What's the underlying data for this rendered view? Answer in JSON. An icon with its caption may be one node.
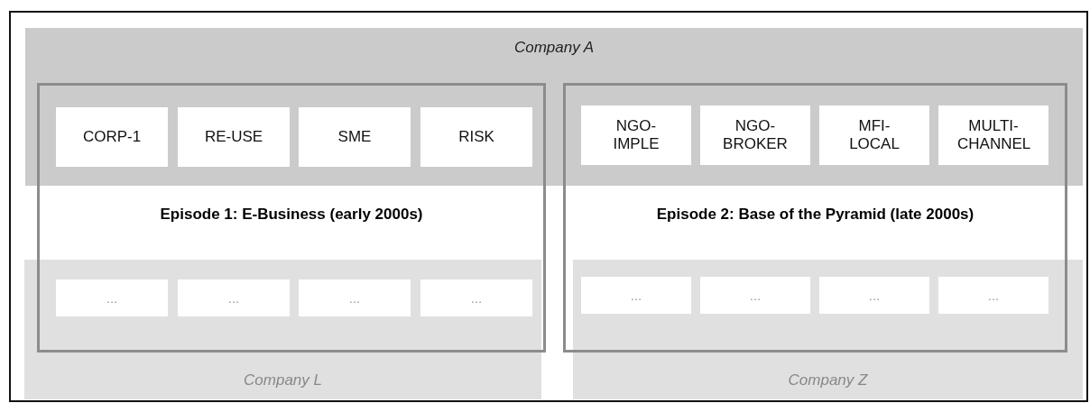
{
  "diagram": {
    "nodes": [
      {
        "text": [
          "Company A"
        ]
      },
      {
        "text": [
          "Episode 1: E-Business (early 2000s)"
        ]
      },
      {
        "text": [
          "CORP-1"
        ]
      },
      {
        "text": [
          "RE-USE"
        ]
      },
      {
        "text": [
          "SME"
        ]
      },
      {
        "text": [
          "RISK"
        ]
      },
      {
        "text": [
          "..."
        ]
      },
      {
        "text": [
          "..."
        ]
      },
      {
        "text": [
          "..."
        ]
      },
      {
        "text": [
          "..."
        ]
      },
      {
        "text": [
          "Episode 2: Base of the Pyramid (late 2000s)"
        ]
      },
      {
        "text": [
          "NGO-IMPLE"
        ]
      },
      {
        "text": [
          "NGO-BROKER"
        ]
      },
      {
        "text": [
          "MFI-LOCAL"
        ]
      },
      {
        "text": [
          "MULTI-CHANNEL"
        ]
      },
      {
        "text": [
          "..."
        ]
      },
      {
        "text": [
          "..."
        ]
      },
      {
        "text": [
          "..."
        ]
      },
      {
        "text": [
          "..."
        ]
      },
      {
        "text": [
          "Company L"
        ]
      },
      {
        "text": [
          "Company Z"
        ]
      }
    ]
  }
}
